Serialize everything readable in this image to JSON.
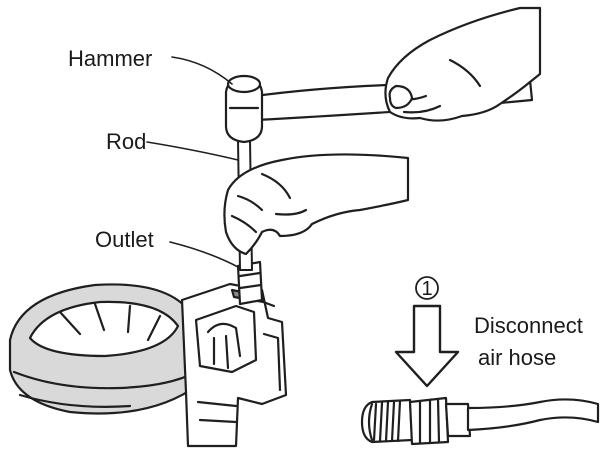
{
  "labels": {
    "hammer": "Hammer",
    "rod": "Rod",
    "outlet": "Outlet",
    "step_number": "1",
    "disconnect_line1": "Disconnect",
    "disconnect_line2": "air hose"
  }
}
